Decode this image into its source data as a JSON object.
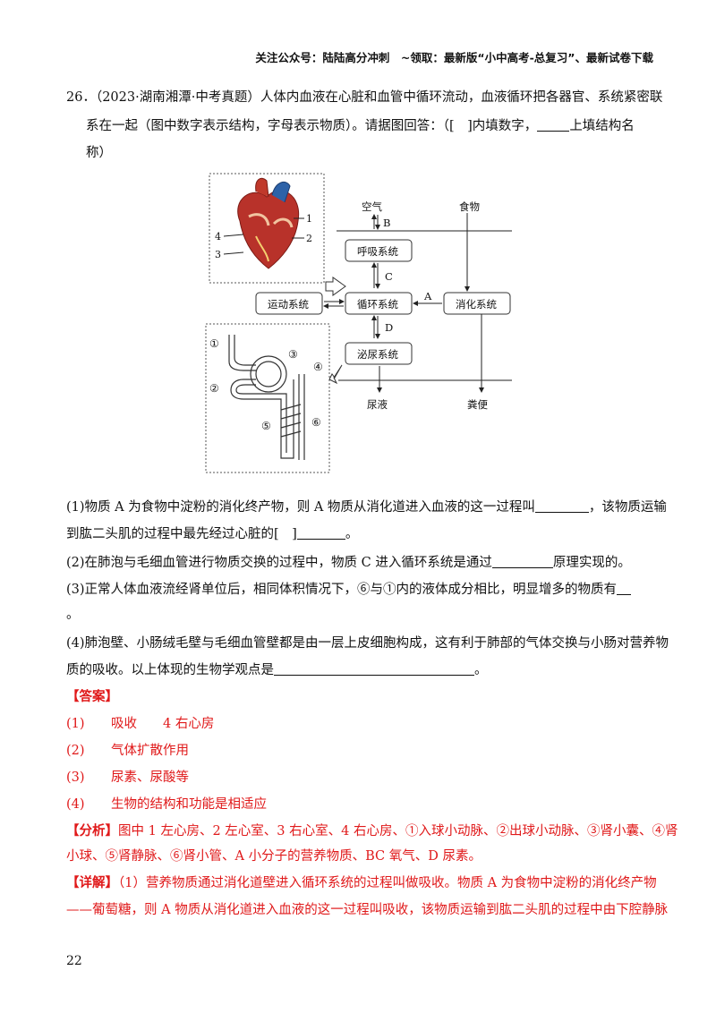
{
  "header": {
    "text": "关注公众号：陆陆高分冲刺　~领取：最新版“小中高考-总复习”、最新试卷下载"
  },
  "question": {
    "line1": "26．（2023·湖南湘潭·中考真题）人体内血液在心脏和血管中循环流动，血液循环把各器官、系统紧密联",
    "line2_a": "系在一起（图中数字表示结构，字母表示物质）。请据图回答：（[　]内填数字，",
    "line2_b": "上填结构名",
    "line3": "称）"
  },
  "figure": {
    "heart_labels": [
      "1",
      "2",
      "3",
      "4"
    ],
    "systems": {
      "air": "空气",
      "food": "食物",
      "respiratory": "呼吸系统",
      "circulatory": "循环系统",
      "digestive": "消化系统",
      "motor": "运动系统",
      "urinary": "泌尿系统",
      "urine": "尿液",
      "feces": "粪便"
    },
    "letters": [
      "A",
      "B",
      "C",
      "D"
    ],
    "kidney_labels": [
      "①",
      "②",
      "③",
      "④",
      "⑤",
      "⑥"
    ]
  },
  "sub_questions": {
    "q1_a": "(1)物质 A 为食物中淀粉的消化终产物，则 A 物质从消化道进入血液的这一过程叫",
    "q1_b": "，该物质运输",
    "q1_c": "到肱二头肌的过程中最先经过心脏的[　]",
    "q1_d": "。",
    "q2_a": "(2)在肺泡与毛细血管进行物质交换的过程中，物质 C 进入循环系统是通过",
    "q2_b": "原理实现的。",
    "q3_a": "(3)正常人体血液流经肾单位后，相同体积情况下，⑥与①内的液体成分相比，明显增多的物质有",
    "q3_b": "。",
    "q4_a": "(4)肺泡壁、小肠绒毛壁与毛细血管壁都是由一层上皮细胞构成，这有利于肺部的气体交换与小肠对营养物",
    "q4_b": "质的吸收。以上体现的生物学观点是",
    "q4_c": "。"
  },
  "answer": {
    "title": "【答案】",
    "items": [
      {
        "num": "(1)",
        "text": "吸收　　4 右心房"
      },
      {
        "num": "(2)",
        "text": "气体扩散作用"
      },
      {
        "num": "(3)",
        "text": "尿素、尿酸等"
      },
      {
        "num": "(4)",
        "text": "生物的结构和功能是相适应"
      }
    ]
  },
  "analysis": {
    "title": "【分析】",
    "line1": "图中 1 左心房、2 左心室、3 右心室、4 右心房、①入球小动脉、②出球小动脉、③肾小囊、④肾",
    "line2": "小球、⑤肾静脉、⑥肾小管、A 小分子的营养物质、BC 氧气、D 尿素。"
  },
  "detail": {
    "title": "【详解】",
    "line1": "（1）营养物质通过消化道壁进入循环系统的过程叫做吸收。物质 A 为食物中淀粉的消化终产物",
    "line2": "——葡萄糖，则 A 物质从消化道进入血液的这一过程叫吸收，该物质运输到肱二头肌的过程中由下腔静脉"
  },
  "page_number": "22"
}
